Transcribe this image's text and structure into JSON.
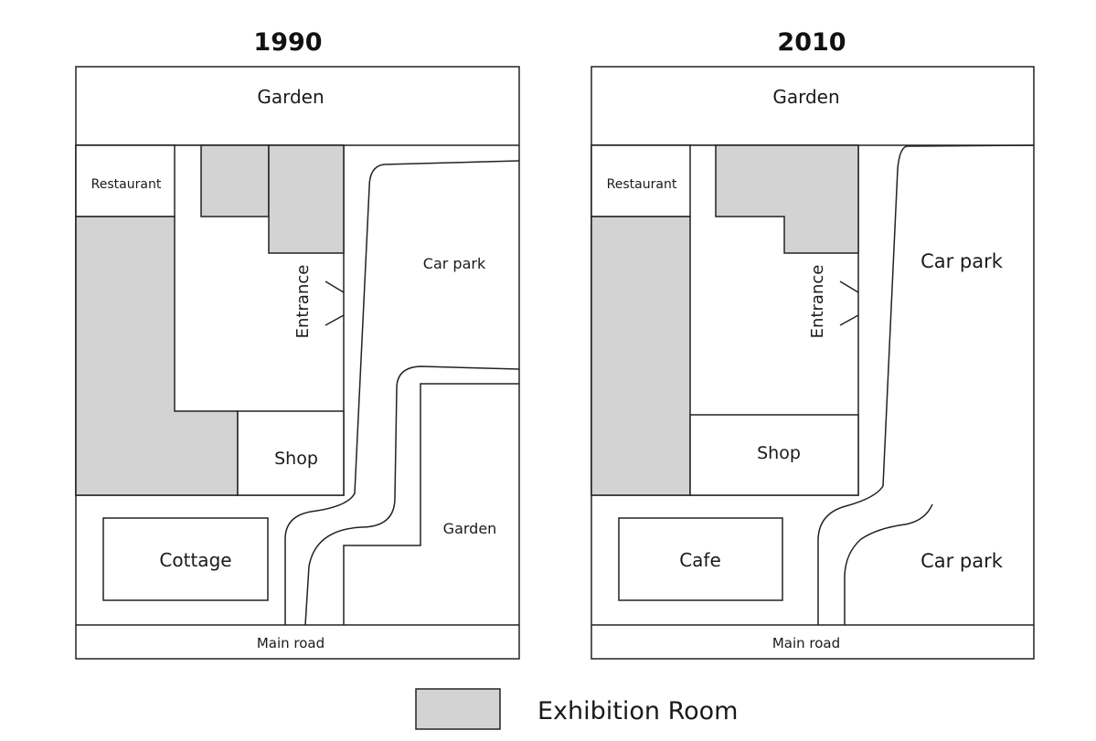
{
  "maps": [
    {
      "year": "1990",
      "labels": {
        "garden_top": "Garden",
        "restaurant": "Restaurant",
        "entrance": "Entrance",
        "car_park": "Car park",
        "shop": "Shop",
        "garden_right": "Garden",
        "cottage": "Cottage",
        "main_road": "Main road"
      }
    },
    {
      "year": "2010",
      "labels": {
        "garden_top": "Garden",
        "restaurant": "Restaurant",
        "entrance": "Entrance",
        "car_park_upper": "Car park",
        "shop": "Shop",
        "cafe": "Cafe",
        "car_park_lower": "Car park",
        "main_road": "Main road"
      }
    }
  ],
  "legend": {
    "label": "Exhibition Room",
    "swatch_color": "#d3d3d3"
  },
  "colors": {
    "exhibition": "#d3d3d3",
    "outline": "#222222"
  }
}
